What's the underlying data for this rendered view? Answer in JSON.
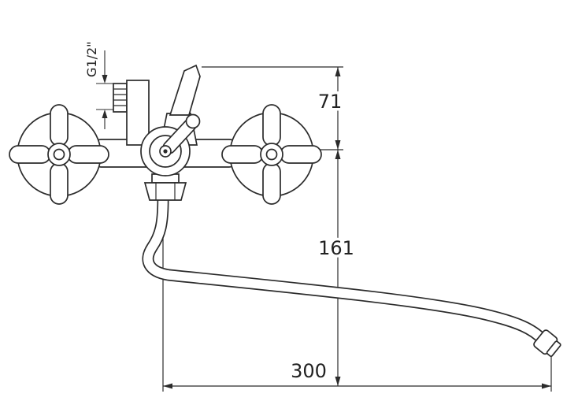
{
  "page": {
    "background": "#ffffff",
    "line_color": "#2b2b2b"
  },
  "diagram": {
    "type": "technical-drawing",
    "subject": "Wall-mounted two-handle mixer faucet with S-shaped swivel spout, front view with dimension lines",
    "labels": {
      "thread": "G1/2\"",
      "height_top": "71",
      "spout_drop": "161",
      "spout_reach": "300"
    }
  }
}
